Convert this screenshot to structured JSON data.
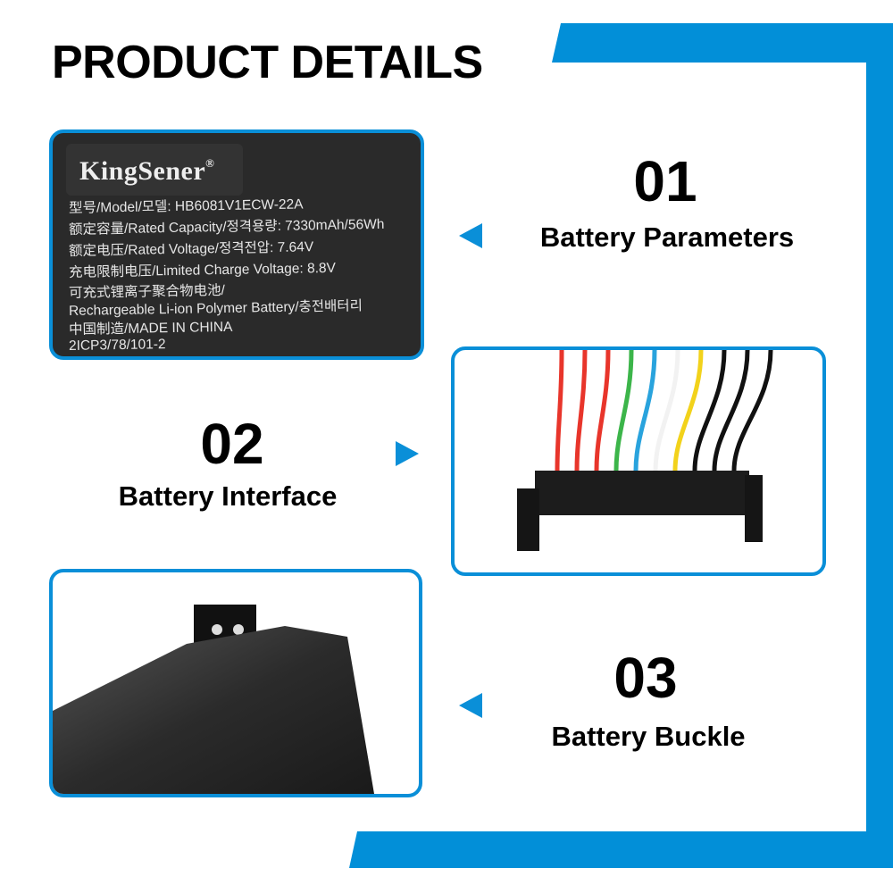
{
  "title": "PRODUCT DETAILS",
  "colors": {
    "accent": "#028fd8",
    "label_bg": "#2a2a2a",
    "text": "#000000"
  },
  "label": {
    "brand": "KingSener",
    "brand_mark": "®",
    "lines": [
      "型号/Model/모델: HB6081V1ECW-22A",
      "额定容量/Rated Capacity/정격용량: 7330mAh/56Wh",
      "额定电压/Rated Voltage/정격전압: 7.64V",
      "充电限制电压/Limited Charge Voltage: 8.8V",
      "可充式锂离子聚合物电池/",
      "Rechargeable Li-ion Polymer Battery/충전배터리",
      "中国制造/MADE IN CHINA",
      "2ICP3/78/101-2"
    ]
  },
  "features": [
    {
      "number": "01",
      "caption": "Battery Parameters",
      "arrow": "left"
    },
    {
      "number": "02",
      "caption": "Battery Interface",
      "arrow": "right"
    },
    {
      "number": "03",
      "caption": "Battery Buckle",
      "arrow": "left"
    }
  ],
  "wire_colors": [
    "#e8352b",
    "#e8352b",
    "#e8352b",
    "#3cb54a",
    "#29a3dd",
    "#f2f2f2",
    "#f2d21b",
    "#111111",
    "#111111",
    "#111111"
  ]
}
